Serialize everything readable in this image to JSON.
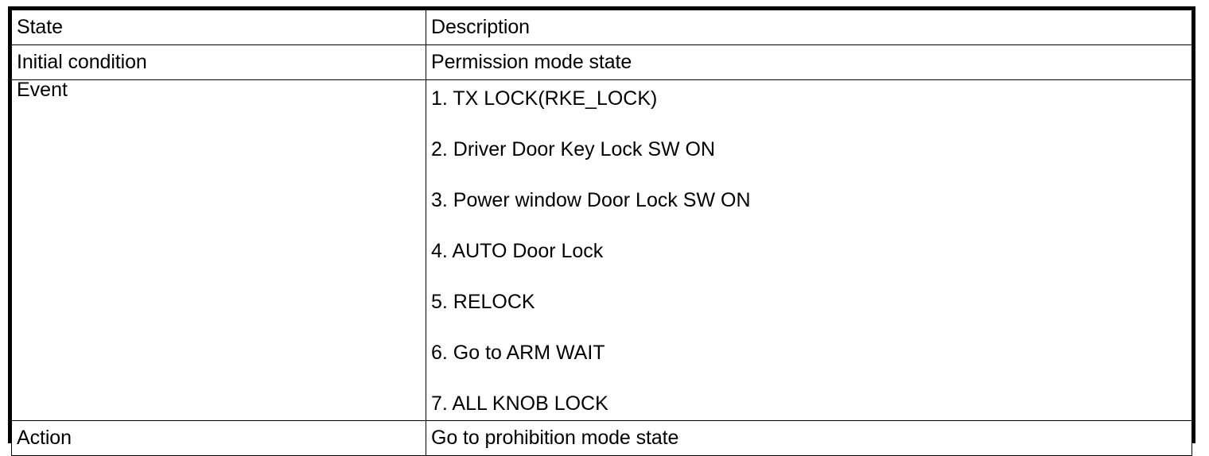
{
  "table": {
    "columns": [
      {
        "key": "state",
        "header": "State"
      },
      {
        "key": "description",
        "header": "Description"
      }
    ],
    "rows": {
      "initial_condition": {
        "state": "Initial condition",
        "description": "Permission mode state"
      },
      "event": {
        "state": "Event",
        "items": [
          "1. TX LOCK(RKE_LOCK)",
          "2. Driver Door Key Lock SW ON",
          "3. Power window Door Lock SW ON",
          "4. AUTO Door Lock",
          "5. RELOCK",
          "6. Go to ARM WAIT",
          "7. ALL KNOB LOCK"
        ]
      },
      "action": {
        "state": "Action",
        "description": "Go to prohibition mode state"
      }
    }
  },
  "colors": {
    "border": "#000000",
    "text": "#000000",
    "background": "#ffffff"
  }
}
